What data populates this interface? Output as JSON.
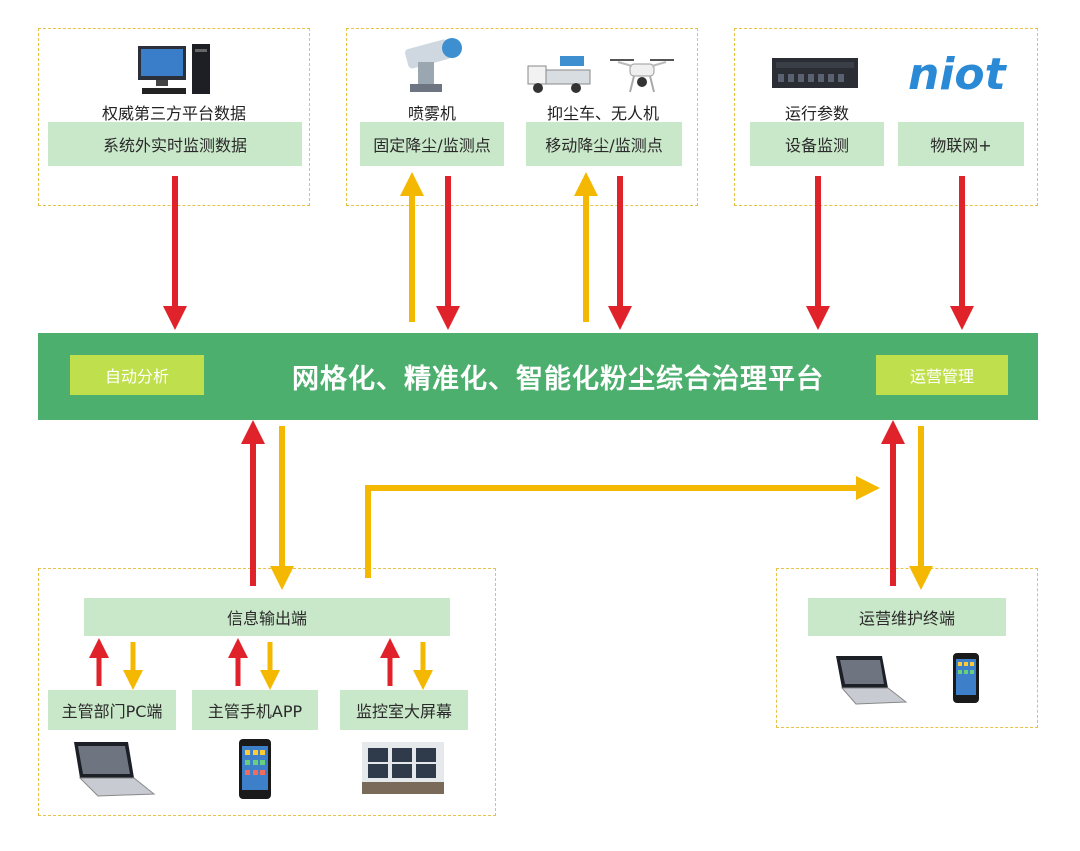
{
  "top": {
    "third_party": {
      "caption": "权威第三方平台数据",
      "box": "系统外实时监测数据"
    },
    "fixed": {
      "caption": "喷雾机",
      "box": "固定降尘/监测点"
    },
    "mobile": {
      "caption": "抑尘车、无人机",
      "box": "移动降尘/监测点"
    },
    "device": {
      "caption": "运行参数",
      "box": "设备监测"
    },
    "iot": {
      "logo": "niot",
      "box": "物联网+"
    }
  },
  "platform": {
    "title": "网格化、精准化、智能化粉尘综合治理平台",
    "left_button": "自动分析",
    "right_button": "运营管理"
  },
  "bottom_left": {
    "header": "信息输出端",
    "items": [
      "主管部门PC端",
      "主管手机APP",
      "监控室大屏幕"
    ]
  },
  "bottom_right": {
    "header": "运营维护终端"
  },
  "colors": {
    "up_arrow": "#e0222b",
    "down_arrow": "#f5b800",
    "platform": "#4caf6e",
    "box": "#c9e7c9",
    "dash": "#e8c34a"
  }
}
